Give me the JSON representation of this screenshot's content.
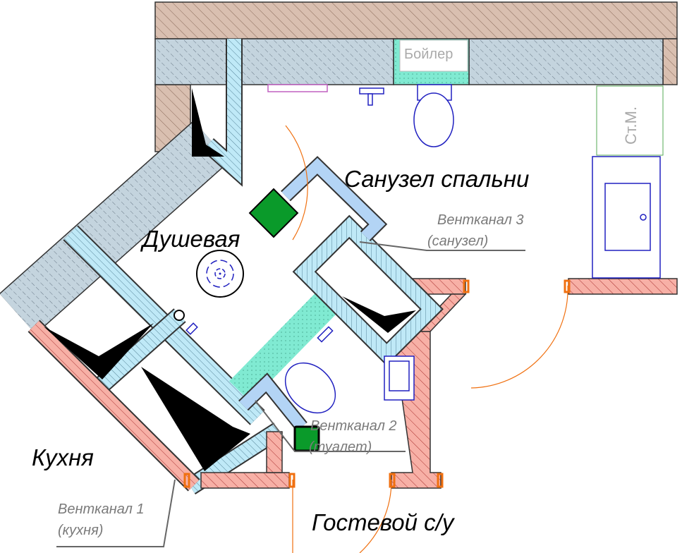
{
  "rooms": {
    "shower": "Душевая",
    "bathroom": "Санузел спальни",
    "kitchen": "Кухня",
    "guest_wc": "Гостевой с/у"
  },
  "fixtures": {
    "boiler": "Бойлер",
    "washer": "Ст.М."
  },
  "vents": {
    "v1_title": "Вентканал 1",
    "v1_sub": "(кухня)",
    "v2_title": "Вентканал 2",
    "v2_sub": "(туалет)",
    "v3_title": "Вентканал 3",
    "v3_sub": "(санузел)"
  },
  "colors": {
    "brick_brown": "#d9bfb0",
    "concrete_gray": "#c4d4de",
    "partition_blue": "#bfe9f7",
    "tile_teal": "#80ead2",
    "new_wall_pink": "#f7b0a6",
    "duct_blue": "#b3d4f5",
    "vent_green": "#0a9a2a",
    "door_orange": "#f07010",
    "fixture_blue": "#2020c0"
  }
}
